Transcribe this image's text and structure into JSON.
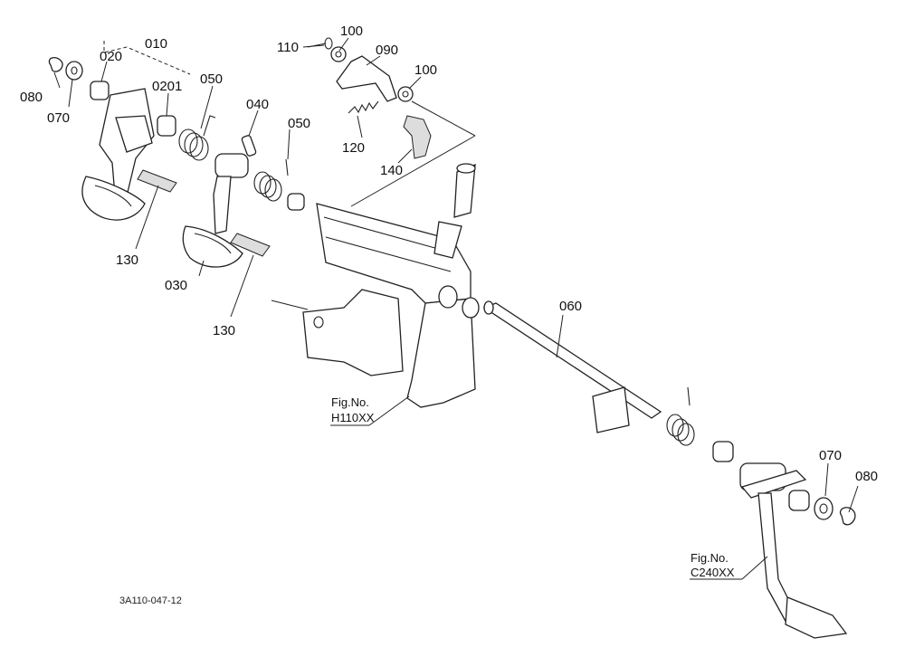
{
  "callouts": {
    "p010": "010",
    "p020": "020",
    "p0201": "0201",
    "p050a": "050",
    "p050b": "050",
    "p040": "040",
    "p080a": "080",
    "p070a": "070",
    "p130a": "130",
    "p130b": "130",
    "p030": "030",
    "p110": "110",
    "p100a": "100",
    "p090": "090",
    "p100b": "100",
    "p120": "120",
    "p140": "140",
    "p060": "060",
    "p070b": "070",
    "p080b": "080"
  },
  "references": {
    "h110_line1": "Fig.No.",
    "h110_line2": "H110XX",
    "c240_line1": "Fig.No.",
    "c240_line2": "C240XX"
  },
  "drawing_code": "3A110-047-12"
}
